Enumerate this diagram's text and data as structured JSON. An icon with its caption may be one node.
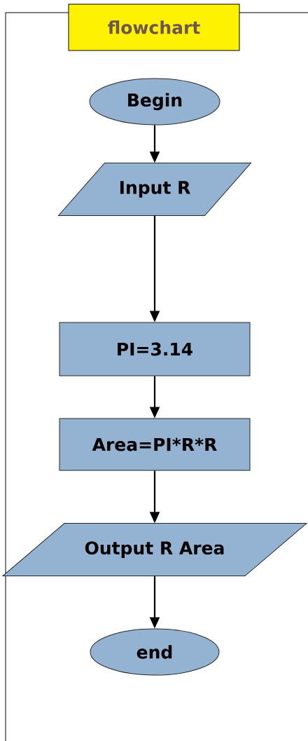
{
  "diagram": {
    "nodes": [
      {
        "text": [
          "flowchart"
        ]
      },
      {
        "text": [
          "Begin"
        ]
      },
      {
        "text": [
          "Input R"
        ]
      },
      {
        "text": [
          "PI=3.14"
        ]
      },
      {
        "text": [
          "Area=PI*R*R"
        ]
      },
      {
        "text": [
          "Output R Area"
        ]
      },
      {
        "text": [
          "end"
        ]
      }
    ],
    "edges": [
      {
        "from": 1,
        "to": 2,
        "arrow": "to"
      },
      {
        "from": 2,
        "to": 3,
        "arrow": "to"
      },
      {
        "from": 3,
        "to": 4,
        "arrow": "to"
      },
      {
        "from": 4,
        "to": 5,
        "arrow": "to"
      },
      {
        "from": 5,
        "to": 6,
        "arrow": "to"
      }
    ]
  }
}
